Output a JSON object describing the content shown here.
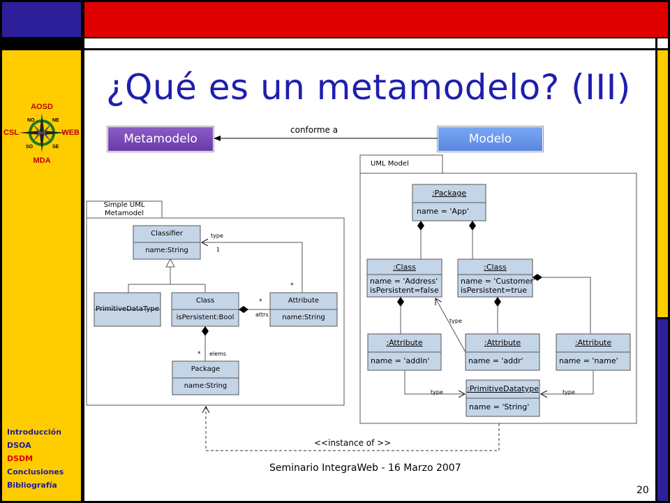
{
  "slide": {
    "title": "¿Qué es un metamodelo? (III)",
    "footer": "Seminario IntegraWeb - 16 Marzo 2007",
    "page_number": "20"
  },
  "logo": {
    "top": "AOSD",
    "left": "CSL",
    "right": "WEB",
    "bottom": "MDA",
    "ne": "NE",
    "no": "NO",
    "se": "SE",
    "so": "SO"
  },
  "nav": {
    "items": [
      {
        "label": "Introducción",
        "active": false
      },
      {
        "label": "DSOA",
        "active": false
      },
      {
        "label": "DSDM",
        "active": true
      },
      {
        "label": "Conclusiones",
        "active": false
      },
      {
        "label": "Bibliografía",
        "active": false
      }
    ]
  },
  "header_diagram": {
    "metamodelo": "Metamodelo",
    "modelo": "Modelo",
    "relation": "conforme a"
  },
  "metamodel": {
    "frame_label_1": "Simple UML",
    "frame_label_2": "Metamodel",
    "classifier": {
      "name": "Classifier",
      "attr": "name:String"
    },
    "primitive": {
      "name": "PrimitiveDataType"
    },
    "class": {
      "name": "Class",
      "attr": "isPersistent:Bool"
    },
    "attribute": {
      "name": "Attribute",
      "attr": "name:String"
    },
    "package": {
      "name": "Package",
      "attr": "name:String"
    },
    "type_label": "type",
    "type_mult": "1",
    "attrs_label": "attrs",
    "attrs_mult": "*",
    "attr_star_top": "*",
    "elems_label": "elems",
    "elems_mult": "*"
  },
  "uml_model": {
    "frame_label": "UML Model",
    "package": {
      "name": ":Package",
      "attr": "name = 'App'"
    },
    "class1": {
      "name": ":Class",
      "attr1": "name = 'Address'",
      "attr2": "isPersistent=false"
    },
    "class2": {
      "name": ":Class",
      "attr1": "name = 'Customer'",
      "attr2": "isPersistent=true"
    },
    "attr1": {
      "name": ":Attribute",
      "attr": "name = 'addIn'"
    },
    "attr2": {
      "name": ":Attribute",
      "attr": "name = 'addr'"
    },
    "attr3": {
      "name": ":Attribute",
      "attr": "name = 'name'"
    },
    "primitive": {
      "name": ":PrimitiveDatatype",
      "attr": "name = 'String'"
    },
    "type_a": "type",
    "type_b": "type",
    "type_c": "type"
  },
  "instance_of": "<<instance of >>",
  "colors": {
    "navy": "#2E1F9B",
    "red": "#E00000",
    "yellow": "#FFCC00",
    "title_blue": "#1E1EAE",
    "box_fill": "#C5D5E8"
  }
}
